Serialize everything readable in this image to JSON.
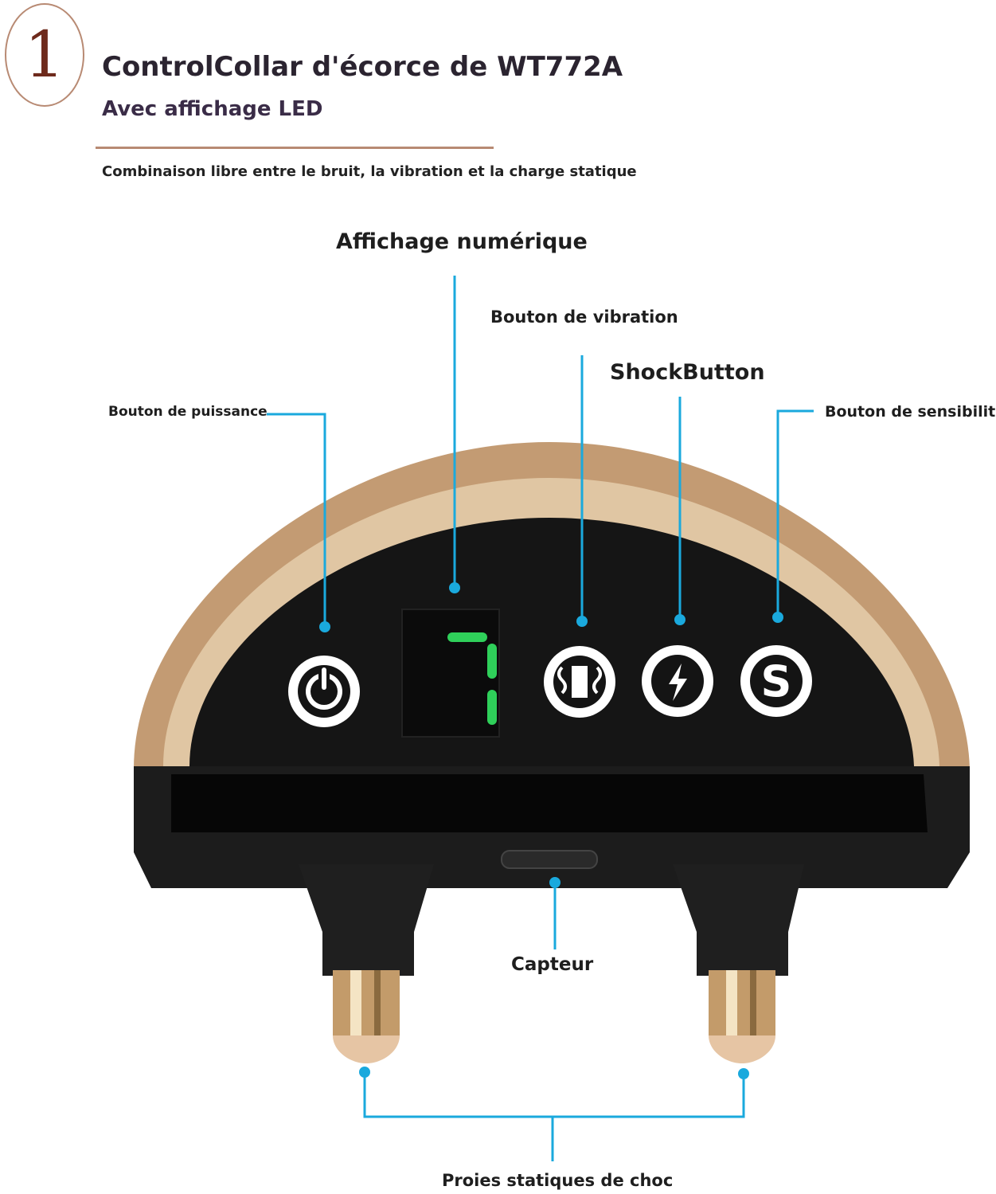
{
  "step": {
    "number": "1"
  },
  "header": {
    "title": "ControlCollar d'écorce de WT772A",
    "subtitle": "Avec affichage LED",
    "description": "Combinaison libre entre le bruit, la vibration et la charge statique"
  },
  "labels": {
    "digital_display": "Affichage numérique",
    "vibration_button": "Bouton de vibration",
    "shock_button": "ShockButton",
    "power_button": "Bouton de puissance",
    "sensitivity_button": "Bouton de sensibilité",
    "sensor": "Capteur",
    "static_probes": "Proies statiques de choc"
  },
  "device": {
    "display_digit": "7",
    "sensitivity_letter": "S",
    "colors": {
      "shell": "#c9a47e",
      "shell_light": "#e3c9a6",
      "face": "#141414",
      "callout": "#1aa9dd",
      "led": "#2fd05a"
    }
  }
}
